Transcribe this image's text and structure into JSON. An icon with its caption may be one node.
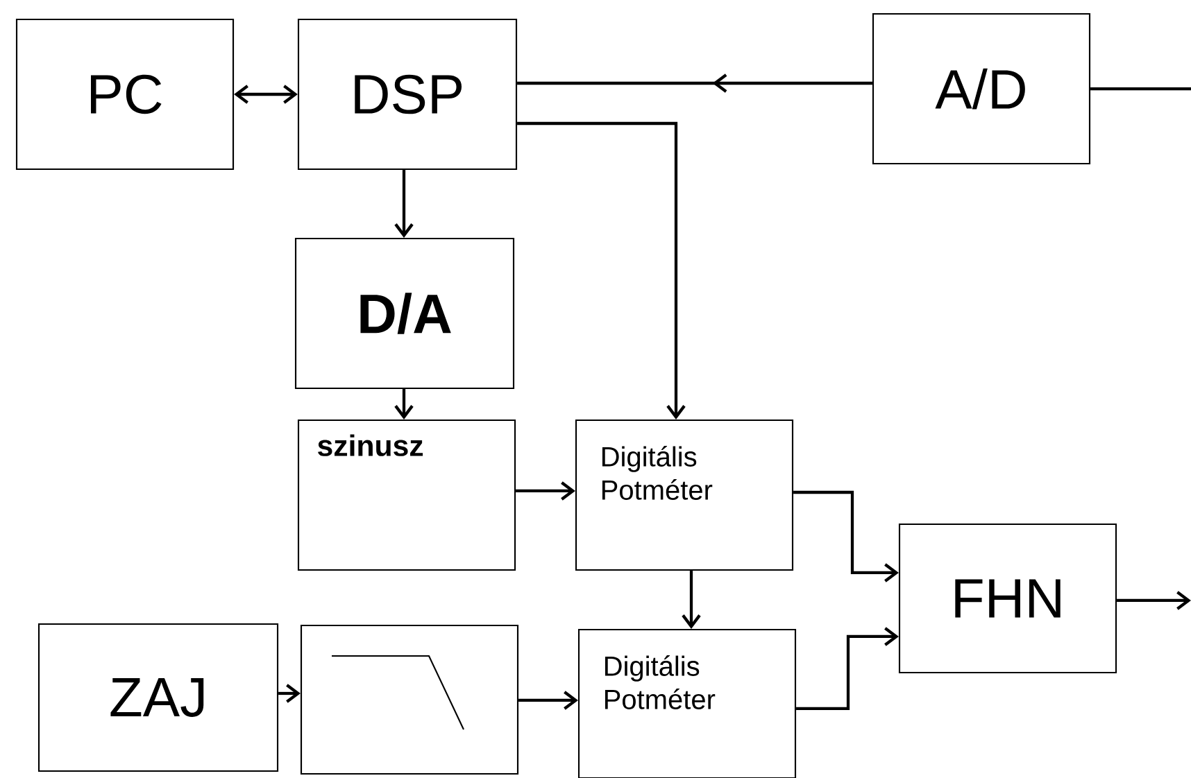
{
  "diagram": {
    "nodes": [
      {
        "text": [
          "PC"
        ]
      },
      {
        "text": [
          "DSP"
        ]
      },
      {
        "text": [
          "A/D"
        ]
      },
      {
        "text": [
          "D/A"
        ]
      },
      {
        "text": [
          "szinusz"
        ]
      },
      {
        "text": [
          "Digitális Potméter"
        ]
      },
      {
        "text": [
          "FHN"
        ]
      },
      {
        "text": [
          "ZAJ"
        ]
      },
      {
        "text": [],
        "shape": "box"
      },
      {
        "text": [
          "Digitális Potméter"
        ]
      }
    ],
    "edges": [
      {
        "from": 0,
        "to": 1,
        "arrow": "both"
      },
      {
        "from": 2,
        "to": 1,
        "arrow": "to"
      },
      {
        "from": null,
        "to": 2,
        "arrow": "none"
      },
      {
        "from": 1,
        "to": 5,
        "arrow": "to"
      },
      {
        "from": 1,
        "to": 3,
        "arrow": "to"
      },
      {
        "from": 3,
        "to": 4,
        "arrow": "to"
      },
      {
        "from": 4,
        "to": 5,
        "arrow": "to"
      },
      {
        "from": 5,
        "to": 6,
        "arrow": "to"
      },
      {
        "from": 5,
        "to": 9,
        "arrow": "to"
      },
      {
        "from": 7,
        "to": 8,
        "arrow": "to"
      },
      {
        "from": 8,
        "to": 9,
        "arrow": "to"
      },
      {
        "from": 9,
        "to": 6,
        "arrow": "to"
      },
      {
        "from": 6,
        "to": null,
        "arrow": "to"
      }
    ]
  }
}
